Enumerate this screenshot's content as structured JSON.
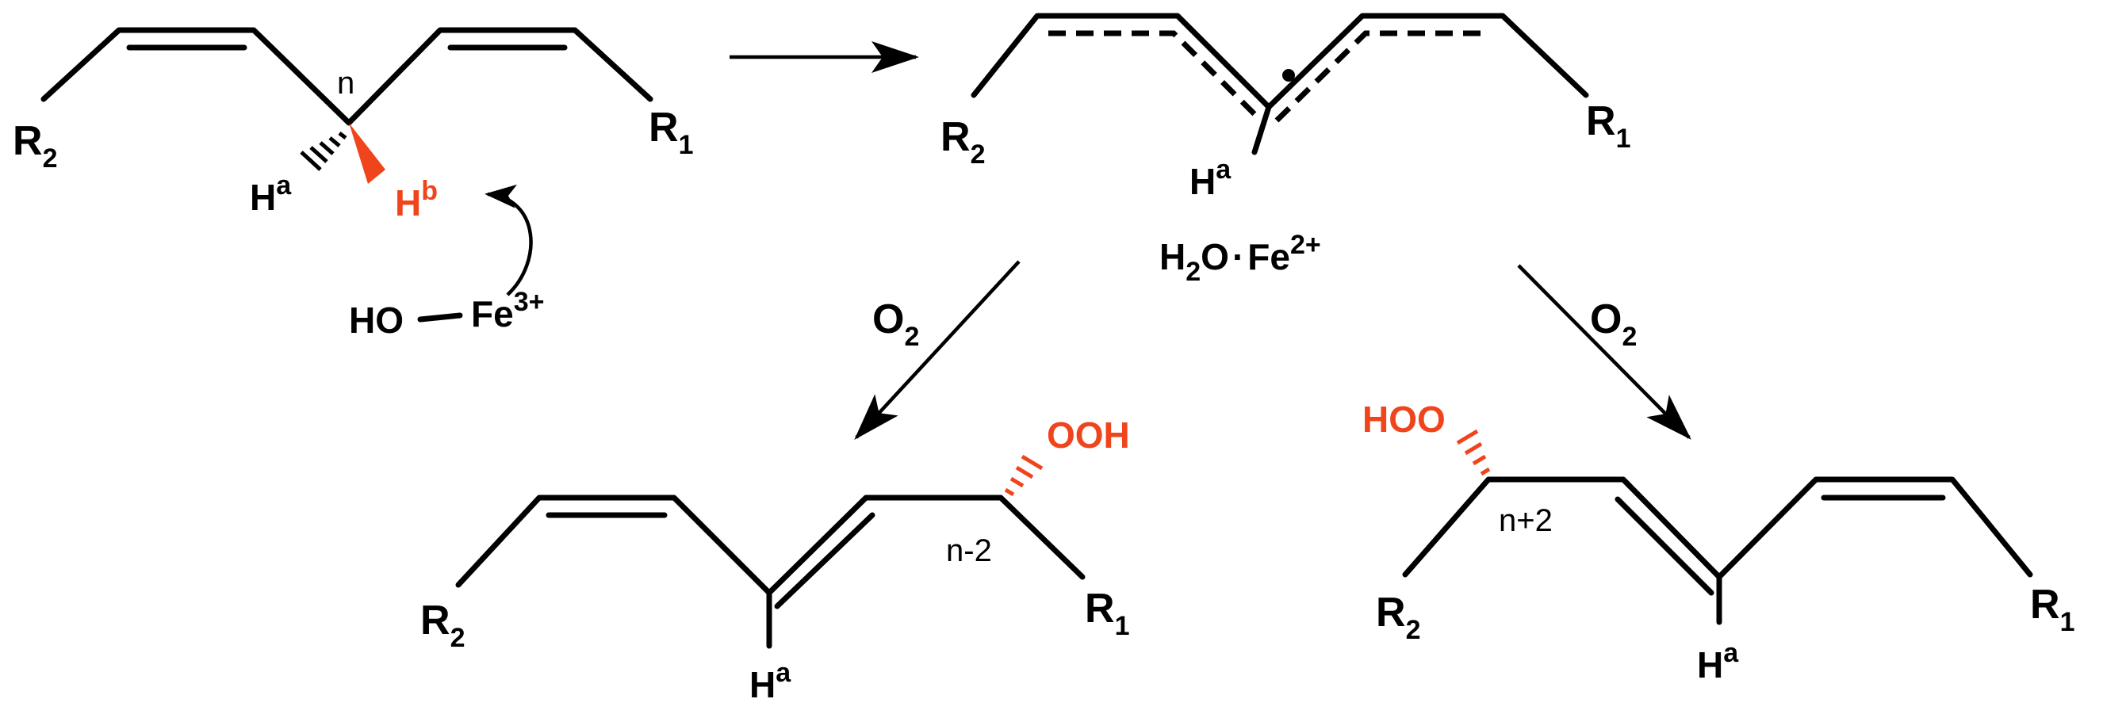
{
  "colors": {
    "ink": "#000000",
    "highlight": "#f0441c",
    "background": "#ffffff"
  },
  "labels": {
    "r1": "R",
    "r2": "R",
    "sub1": "1",
    "sub2": "2",
    "h": "H",
    "a": "a",
    "b": "b",
    "n": "n",
    "n_minus_2": "n-2",
    "n_plus_2": "n+2",
    "ho": "HO",
    "fe": "Fe",
    "fe3": "3+",
    "fe2": "2+",
    "h2o_h": "H",
    "h2o_2": "2",
    "h2o_o": "O",
    "dot": "·",
    "o2_o": "O",
    "o2_2": "2",
    "ooh": "OOH",
    "hoo": "HOO"
  }
}
